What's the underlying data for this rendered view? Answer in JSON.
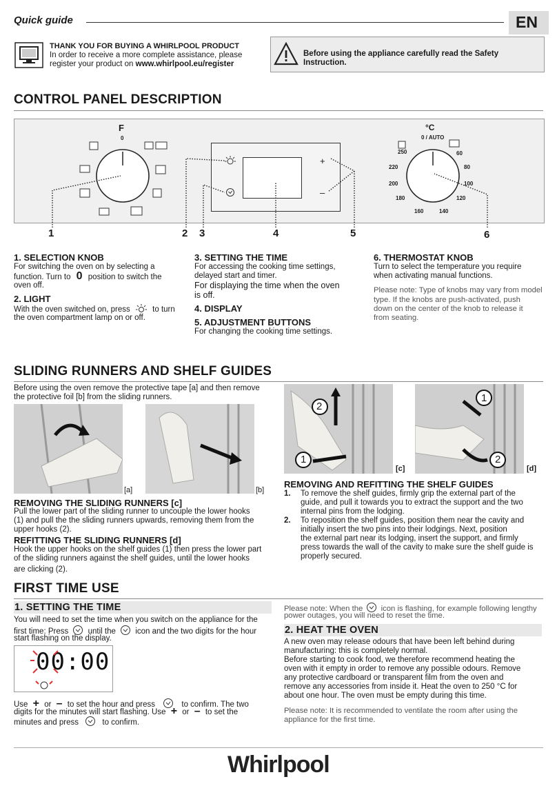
{
  "header": {
    "title": "Quick guide",
    "lang": "EN"
  },
  "register": {
    "bold": "THANK YOU FOR BUYING A WHIRLPOOL PRODUCT",
    "line1": "In order to receive a more complete assistance, please",
    "line2_prefix": "register your product on ",
    "url": "www.whirlpool.eu/register"
  },
  "safety": {
    "line1": "Before using the appliance carefully read the Safety",
    "line2": "Instruction."
  },
  "control_panel": {
    "heading": "CONTROL PANEL DESCRIPTION",
    "knob_left_label": "F",
    "knob_left_zero": "0",
    "thermo_unit": "°C",
    "thermo_auto": "0 / AUTO",
    "temps": [
      "250",
      "60",
      "220",
      "80",
      "200",
      "100",
      "180",
      "120",
      "160",
      "140"
    ],
    "display_plus": "+",
    "display_minus": "–",
    "callouts": [
      "1",
      "2",
      "3",
      "4",
      "5",
      "6"
    ]
  },
  "descriptions": {
    "c1_title": "1. SELECTION KNOB",
    "c1_text_a": "For switching the oven on by selecting a",
    "c1_text_b": "function. Turn to",
    "c1_zero": "0",
    "c1_text_c": "position to switch the",
    "c1_text_d": "oven off.",
    "c2_title": "2. LIGHT",
    "c2_text_a": "With the oven switched on, press",
    "c2_text_b": "to turn",
    "c2_text_c": "the oven compartment lamp on or off.",
    "c3_title": "3. SETTING THE TIME",
    "c3_text_a": "For accessing the cooking time settings,",
    "c3_text_b": "delayed start and timer.",
    "c3_text_c": "For displaying the time when the oven",
    "c3_text_d": "is off.",
    "c4_title": "4. DISPLAY",
    "c5_title": "5. ADJUSTMENT BUTTONS",
    "c5_text": "For changing the cooking time settings.",
    "c6_title": "6. THERMOSTAT KNOB",
    "c6_text_a": "Turn to select the temperature you require",
    "c6_text_b": "when activating manual functions.",
    "c6_note_a": "Please note: Type of knobs may vary from model",
    "c6_note_b": "type. If the knobs are push-activated, push",
    "c6_note_c": "down on the center of the knob to release it",
    "c6_note_d": "from seating."
  },
  "sliding": {
    "heading": "SLIDING RUNNERS AND SHELF GUIDES",
    "intro_a": "Before using the oven remove the protective tape [a] and then remove",
    "intro_b": "the protective foil [b] from the sliding runners.",
    "cap_a": "[a]",
    "cap_b": "[b]",
    "cap_c": "[c]",
    "cap_d": "[d]",
    "step1": "1",
    "step2": "2",
    "remove_title": "REMOVING THE SLIDING RUNNERS [c]",
    "remove_a": "Pull the lower part of the sliding runner to uncouple the lower hooks",
    "remove_b": "(1) and pull the the sliding runners upwards, removing them from the",
    "remove_c": "upper hooks (2).",
    "refit_title": "REFITTING THE SLIDING RUNNERS [d]",
    "refit_a": "Hook the upper hooks on the shelf guides (1) then press the lower part",
    "refit_b": "of the sliding runners against the shelf guides, until the lower hooks",
    "refit_c": "are clicking (2).",
    "guides_title": "REMOVING AND REFITTING THE SHELF GUIDES",
    "g1_num": "1.",
    "g1_a": "To remove the shelf guides, firmly grip the external part of the",
    "g1_b": "guide, and pull it towards you to extract the support and the two",
    "g1_c": "internal pins from the lodging.",
    "g2_num": "2.",
    "g2_a": "To reposition the shelf guides, position them near the cavity and",
    "g2_b": "initially insert the two pins into their lodgings. Next, position",
    "g2_c": "the external part near its lodging, insert the support, and firmly",
    "g2_d": "press towards the wall of the cavity to make sure the shelf guide is",
    "g2_e": "properly secured."
  },
  "first_use": {
    "heading": "FIRST TIME USE",
    "s1_title": "1. SETTING THE TIME",
    "s1_a": "You will need to set the time when you switch on the appliance for the",
    "s1_b1": "first time: Press",
    "s1_b2": "until the",
    "s1_b3": "icon and the two digits for the hour",
    "s1_c": "start flashing on the display.",
    "clock_display": "00:00",
    "s1_d1": "Use",
    "s1_d2": "or",
    "s1_d3": "to set the hour and press",
    "s1_d4": "to confirm. The two",
    "s1_e1": "digits for the minutes will start flashing. Use",
    "s1_e2": "or",
    "s1_e3": "to set the",
    "s1_f1": "minutes and press",
    "s1_f2": "to confirm.",
    "note1_a1": "Please note: When the",
    "note1_a2": "icon is flashing, for example following lengthy",
    "note1_b": "power outages, you will need to reset the time.",
    "s2_title": "2. HEAT THE OVEN",
    "s2_a": "A new oven may release odours that have been left behind during",
    "s2_b": "manufacturing: this is completely normal.",
    "s2_c": "Before starting to cook food, we therefore recommend heating the",
    "s2_d": "oven with it empty in order to remove any possible odours. Remove",
    "s2_e": "any protective cardboard or transparent film from the oven and",
    "s2_f": "remove any accessories from inside it. Heat the oven to 250 °C for",
    "s2_g": "about one hour. The oven must be empty during this time.",
    "note2_a": "Please note: It is recommended to ventilate  the room after using the",
    "note2_b": "appliance for the first time."
  },
  "footer": {
    "brand": "Whirlpool"
  }
}
